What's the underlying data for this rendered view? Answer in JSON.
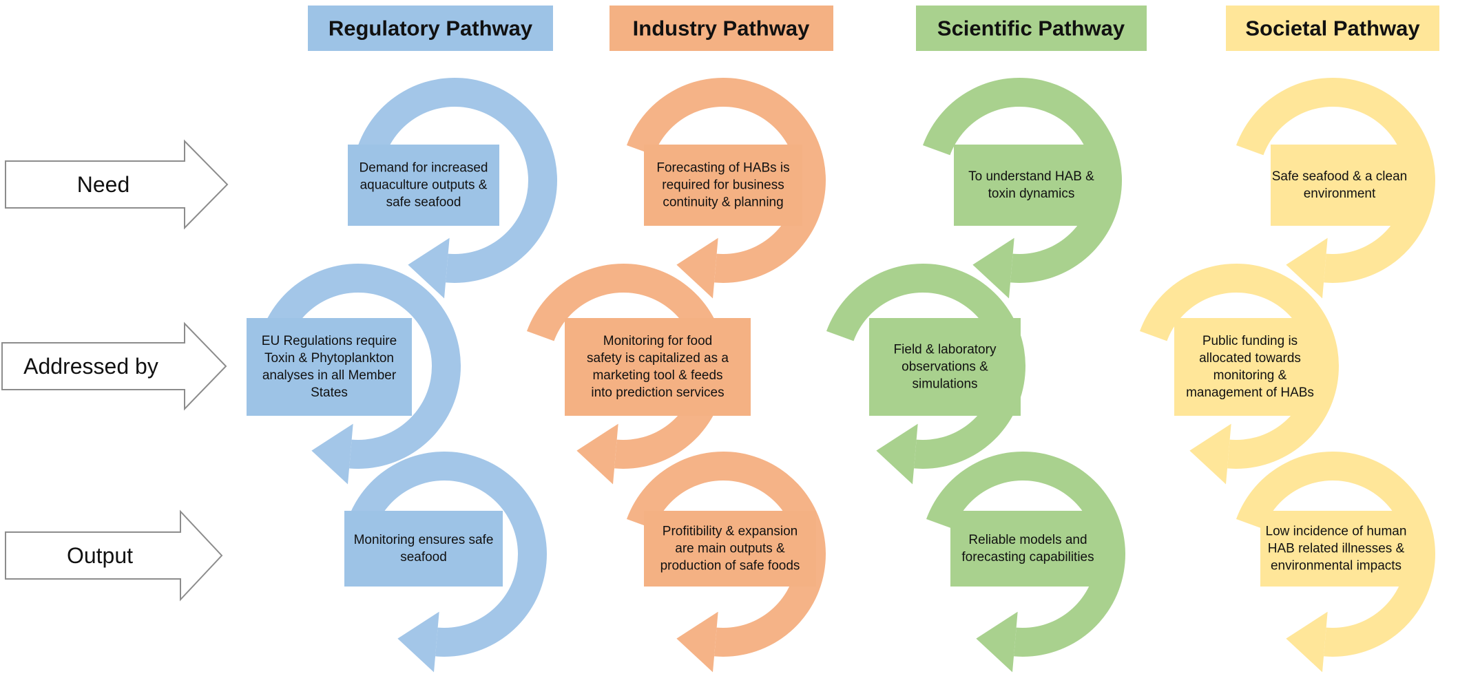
{
  "rows": [
    {
      "label": "Need"
    },
    {
      "label": "Addressed by"
    },
    {
      "label": "Output"
    }
  ],
  "pathways": [
    {
      "title": "Regulatory Pathway",
      "header_color": "#9dc3e6",
      "ring_color": "#a3c6e8",
      "box_color": "#9dc3e6",
      "boxes": [
        [
          "Demand for increased",
          "aquaculture outputs &",
          "safe seafood"
        ],
        [
          "EU Regulations require",
          "Toxin & Phytoplankton",
          "analyses in all Member",
          "States"
        ],
        [
          "Monitoring ensures safe",
          "seafood"
        ]
      ]
    },
    {
      "title": "Industry Pathway",
      "header_color": "#f4b183",
      "ring_color": "#f5b387",
      "box_color": "#f4b183",
      "boxes": [
        [
          "Forecasting of HABs is",
          "required for business",
          "continuity & planning"
        ],
        [
          "Monitoring for food",
          "safety is capitalized as a",
          "marketing tool & feeds",
          "into prediction services"
        ],
        [
          "Profitibility & expansion",
          "are main outputs &",
          "production of safe foods"
        ]
      ]
    },
    {
      "title": "Scientific Pathway",
      "header_color": "#a9d18e",
      "ring_color": "#a9d18e",
      "box_color": "#a9d18e",
      "boxes": [
        [
          "To understand HAB &",
          "toxin dynamics"
        ],
        [
          "Field & laboratory",
          "observations &",
          "simulations"
        ],
        [
          "Reliable models and",
          "forecasting capabilities"
        ]
      ]
    },
    {
      "title": "Societal Pathway",
      "header_color": "#ffe699",
      "ring_color": "#ffe699",
      "box_color": "#ffe699",
      "boxes": [
        [
          "Safe seafood & a clean",
          "environment"
        ],
        [
          "Public funding is",
          "allocated towards",
          "monitoring &",
          "management of HABs"
        ],
        [
          "Low incidence of human",
          "HAB related illnesses &",
          "environmental impacts"
        ]
      ]
    }
  ]
}
